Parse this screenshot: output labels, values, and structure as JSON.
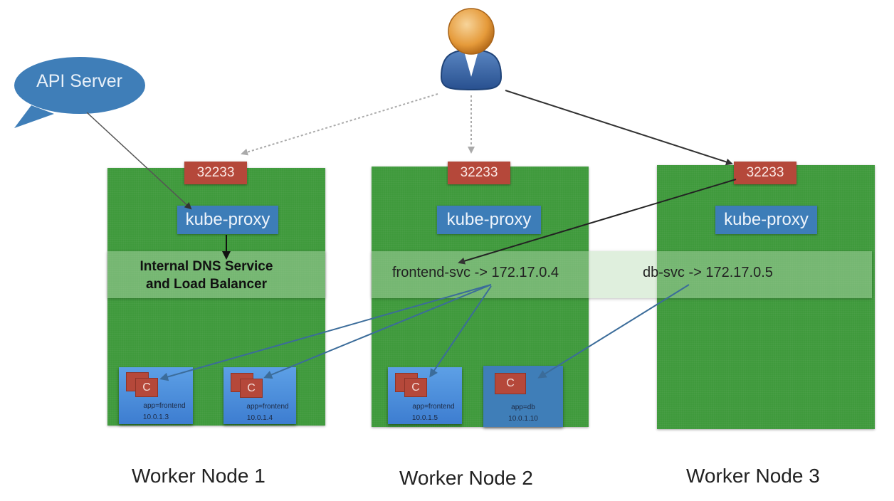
{
  "api_server": {
    "label": "API Server"
  },
  "user": {
    "icon": "user-icon"
  },
  "dns_service": {
    "line1": "Internal DNS Service",
    "line2": "and Load Balancer"
  },
  "service_mappings": [
    {
      "name": "frontend-svc",
      "text": "frontend-svc -> 172.17.0.4"
    },
    {
      "name": "db-svc",
      "text": "db-svc -> 172.17.0.5"
    }
  ],
  "nodes": [
    {
      "title": "Worker Node 1",
      "port": "32233",
      "proxy": "kube-proxy",
      "pods": [
        {
          "container": "C",
          "label": "app=frontend",
          "ip": "10.0.1.3"
        },
        {
          "container": "C",
          "label": "app=frontend",
          "ip": "10.0.1.4"
        }
      ]
    },
    {
      "title": "Worker Node 2",
      "port": "32233",
      "proxy": "kube-proxy",
      "pods": [
        {
          "container": "C",
          "label": "app=frontend",
          "ip": "10.0.1.5"
        },
        {
          "container": "C",
          "label": "app=db",
          "ip": "10.0.1.10"
        }
      ]
    },
    {
      "title": "Worker Node 3",
      "port": "32233",
      "proxy": "kube-proxy",
      "pods": []
    }
  ],
  "colors": {
    "node_green": "#3f9a3c",
    "port_red": "#b5483a",
    "proxy_blue": "#3d7db8",
    "pod_blue": "#4a8cd8",
    "bubble_blue": "#3f7eb8"
  }
}
